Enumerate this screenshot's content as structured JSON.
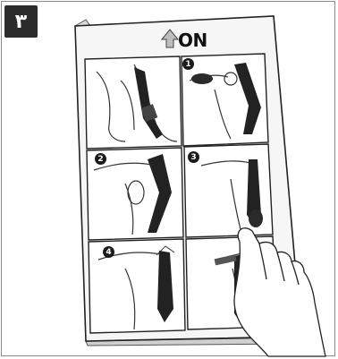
{
  "step_badge": "٣",
  "card": {
    "header_label": "ON",
    "header_icon": "arrow-up-icon",
    "panel_numbers": [
      "1",
      "2",
      "3",
      "4"
    ]
  },
  "colors": {
    "badge": "#2b2b2b",
    "strap": "#222222",
    "outline": "#333333",
    "border": "#8a8a8a"
  }
}
